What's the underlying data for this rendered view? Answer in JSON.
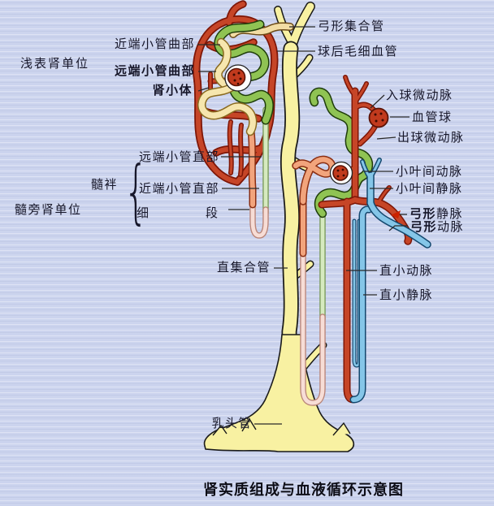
{
  "title": "肾实质组成与血液循环示意图",
  "colors": {
    "background": "#ccd4ee",
    "collecting_duct_yellow": "#f8f1a2",
    "tubule_green": "#8fc353",
    "tubule_cream": "#f6e6ae",
    "tubule_salmon": "#f2a47c",
    "thin_segment_pink": "#f7ddd6",
    "thin_segment_pale_green": "#d6eabf",
    "vessel_red": "#c64527",
    "vessel_blue": "#85c6e8",
    "capsule_white": "#fdfdfd",
    "label_text": "#17172a"
  },
  "labels": {
    "superficial_nephron": "浅表肾单位",
    "proximal_convoluted_tubule": "近端小管曲部",
    "distal_convoluted_tubule": "远端小管曲部",
    "renal_corpuscle": "肾小体",
    "arcuate_collecting_duct": "弓形集合管",
    "postglomerular_capillaries": "球后毛细血管",
    "afferent_arteriole": "入球微动脉",
    "glomerulus": "血管球",
    "efferent_arteriole": "出球微动脉",
    "distal_straight_tubule": "远端小管直部",
    "medullary_loop": "髓袢",
    "proximal_straight_tubule": "近端小管直部",
    "juxtamedullary_nephron": "髓旁肾单位",
    "thin_segment_char1": "细",
    "thin_segment_char2": "段",
    "interlobular_artery": "小叶间动脉",
    "interlobular_vein": "小叶间静脉",
    "arcuate_vein_bold": "弓形",
    "arcuate_vein_rest": "静脉",
    "arcuate_artery_bold": "弓形",
    "arcuate_artery_rest": "动脉",
    "straight_collecting_duct": "直集合管",
    "vasa_recta_arteriole": "直小动脉",
    "vasa_recta_venule": "直小静脉",
    "papillary_duct": "乳头管",
    "brace_glyph": "{"
  }
}
